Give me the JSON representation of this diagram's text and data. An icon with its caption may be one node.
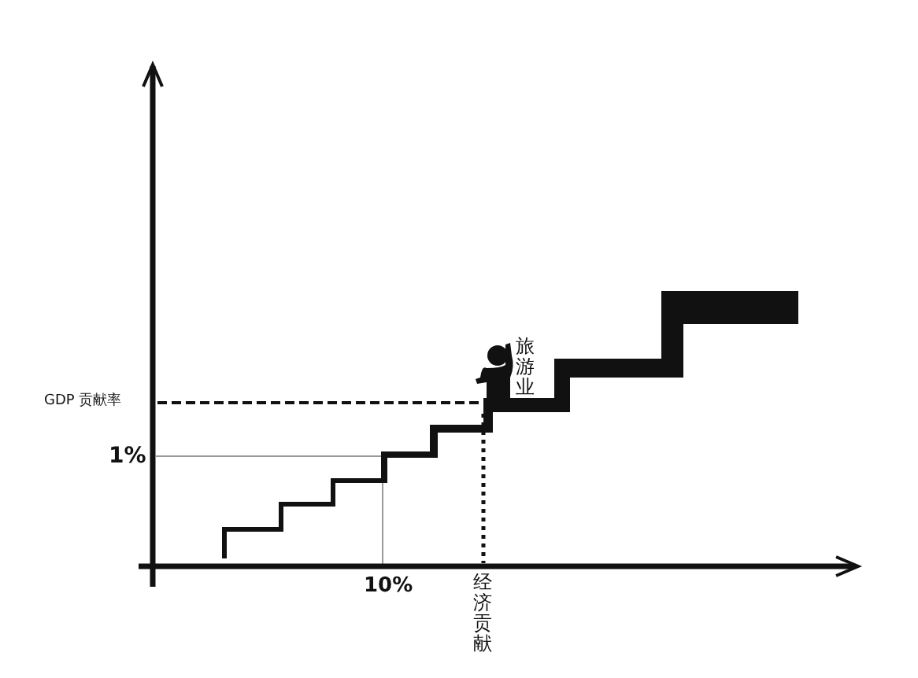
{
  "diagram": {
    "labels": [
      "旅游业",
      "GDP 贡献率",
      "1%",
      "10%",
      "经济贡献"
    ]
  }
}
